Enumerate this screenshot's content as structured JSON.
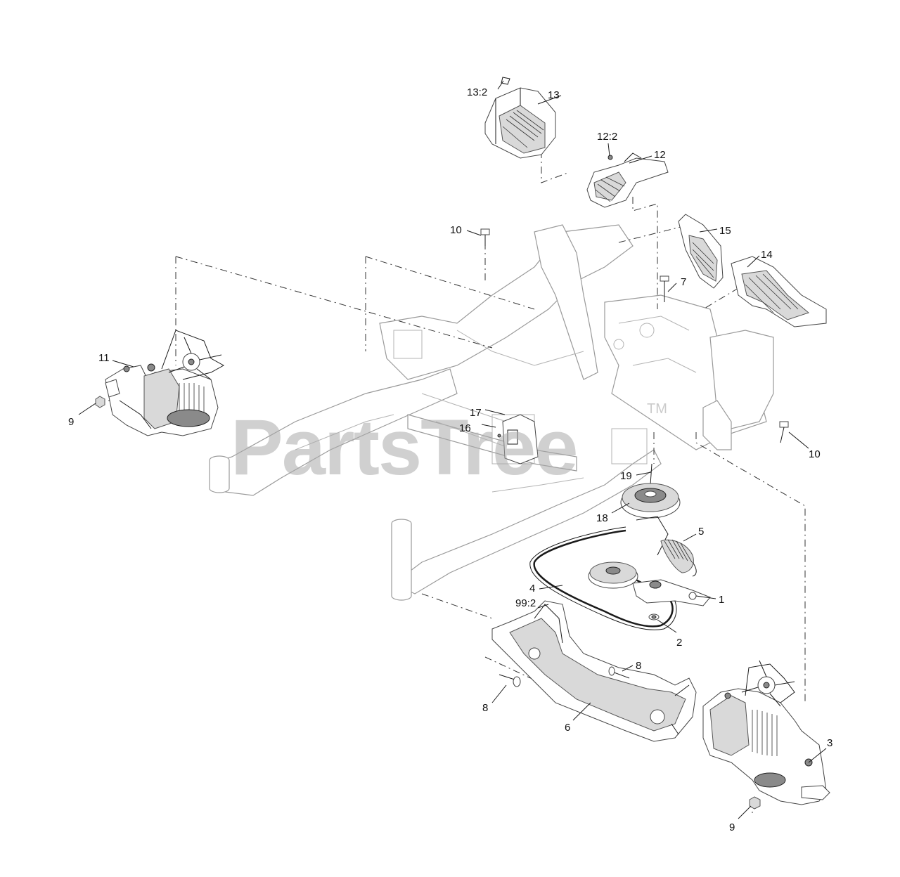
{
  "watermark": {
    "text": "PartsTree",
    "mark": "TM"
  },
  "callouts": {
    "c1": "1",
    "c2": "2",
    "c3": "3",
    "c4": "4",
    "c4q": "99:2",
    "c5": "5",
    "c6": "6",
    "c7": "7",
    "c8a": "8",
    "c8b": "8",
    "c9a": "9",
    "c9b": "9",
    "c10a": "10",
    "c10b": "10",
    "c11": "11",
    "c12": "12",
    "c12q": "12:2",
    "c13": "13",
    "c13q": "13:2",
    "c14": "14",
    "c15": "15",
    "c16": "16",
    "c17": "17",
    "c18": "18",
    "c19": "19"
  },
  "colors": {
    "line": "#1a1a1a",
    "frame": "#9a9a9a",
    "watermark": "#a9a9a9",
    "background": "#ffffff"
  }
}
